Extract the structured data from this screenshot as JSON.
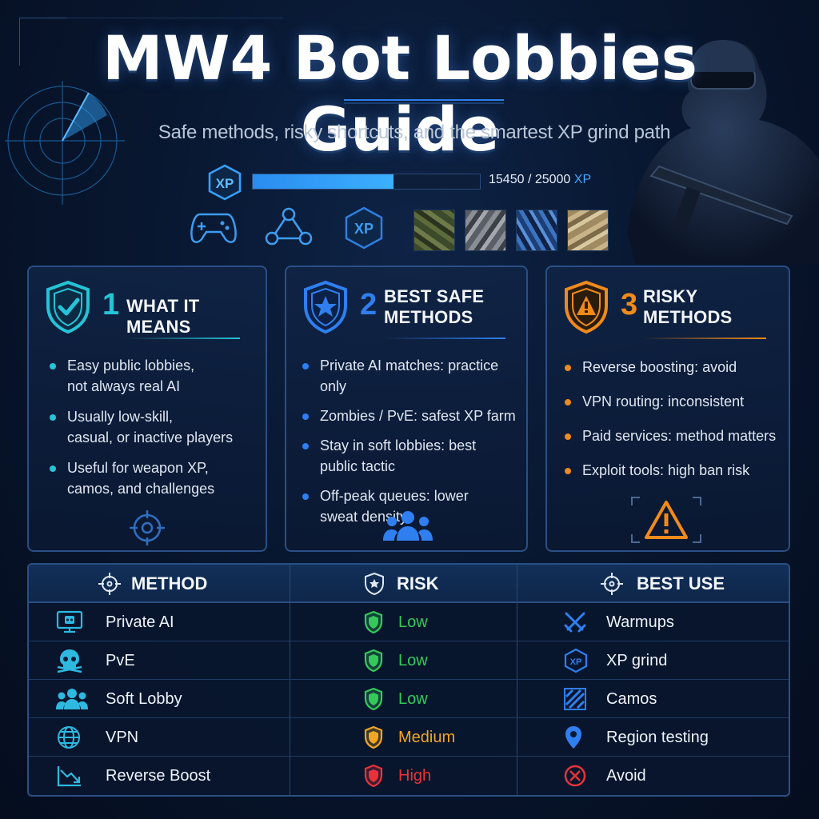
{
  "header": {
    "title": "MW4  Bot Lobbies Guide",
    "subtitle": "Safe methods, risky shortcuts, and the smartest XP grind path"
  },
  "xp": {
    "badge": "XP",
    "current": 15450,
    "max": 25000,
    "progress": 0.618,
    "text": "15450 / 25000",
    "unit": "XP"
  },
  "icon_row": {
    "items": [
      "gamepad-icon",
      "network-icon",
      "xp-icon",
      "camo-swatches"
    ],
    "xp_label": "XP"
  },
  "cards": [
    {
      "number": "1",
      "title": "WHAT IT MEANS",
      "accent": "#25c4d6",
      "icon": "shield-check-icon",
      "bullets": [
        "Easy public lobbies,\nnot always real AI",
        "Usually low-skill,\ncasual, or inactive players",
        "Useful for weapon XP,\ncamos, and challenges"
      ],
      "footer_icon": "crosshair-icon"
    },
    {
      "number": "2",
      "title": "BEST SAFE\nMETHODS",
      "accent": "#2f7ff0",
      "icon": "shield-star-icon",
      "bullets": [
        "Private AI matches: practice only",
        "Zombies / PvE: safest XP farm",
        "Stay in soft lobbies: best\npublic tactic",
        "Off-peak queues: lower\nsweat density"
      ],
      "footer_icon": "group-icon"
    },
    {
      "number": "3",
      "title": "RISKY\nMETHODS",
      "accent": "#f08a1c",
      "icon": "shield-warning-icon",
      "bullets": [
        "Reverse boosting: avoid",
        "VPN routing: inconsistent",
        "Paid services: method matters",
        "Exploit tools: high ban risk"
      ],
      "footer_icon": "warning-triangle-icon"
    }
  ],
  "table": {
    "headers": {
      "method": "METHOD",
      "risk": "RISK",
      "best_use": "BEST USE"
    },
    "risk_colors": {
      "Low": "#35c95a",
      "Medium": "#f2a623",
      "High": "#e8333a"
    },
    "rows": [
      {
        "method": "Private AI",
        "method_icon": "monitor-bot-icon",
        "risk": "Low",
        "best_use": "Warmups",
        "use_icon": "crossed-swords-icon"
      },
      {
        "method": "PvE",
        "method_icon": "skull-icon",
        "risk": "Low",
        "best_use": "XP grind",
        "use_icon": "xp-hex-icon"
      },
      {
        "method": "Soft Lobby",
        "method_icon": "group-icon",
        "risk": "Low",
        "best_use": "Camos",
        "use_icon": "camo-icon"
      },
      {
        "method": "VPN",
        "method_icon": "globe-icon",
        "risk": "Medium",
        "best_use": "Region testing",
        "use_icon": "location-pin-icon"
      },
      {
        "method": "Reverse Boost",
        "method_icon": "trend-down-icon",
        "risk": "High",
        "best_use": "Avoid",
        "use_icon": "x-circle-icon"
      }
    ]
  }
}
